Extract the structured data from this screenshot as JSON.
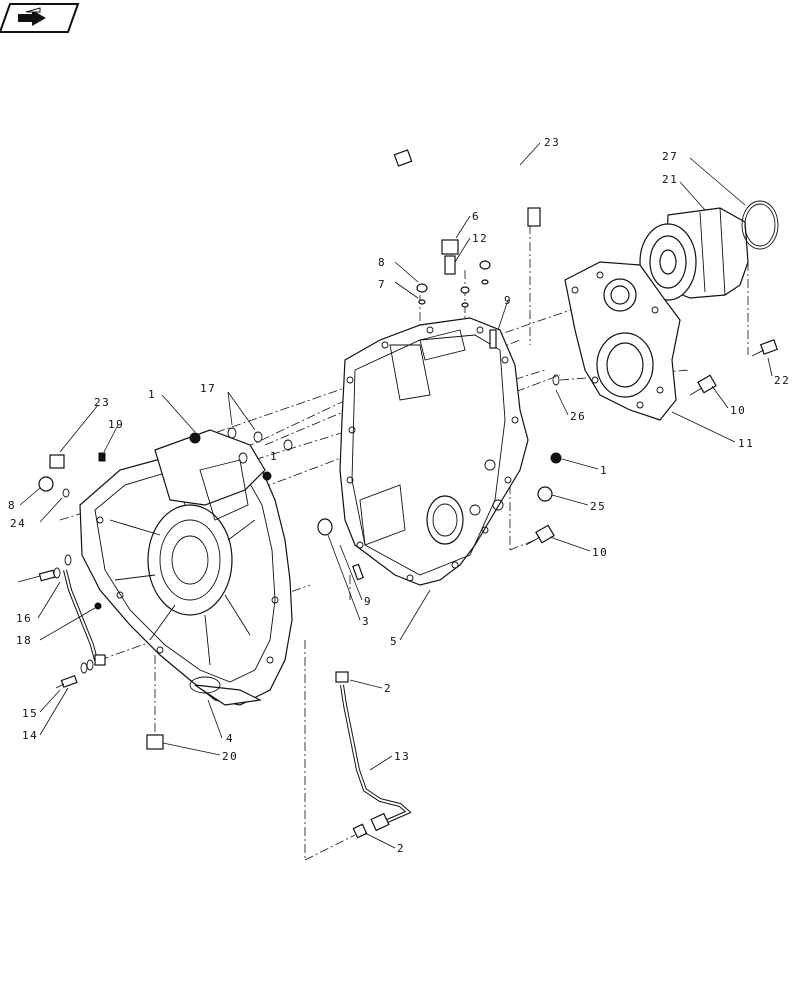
{
  "diagram": {
    "type": "exploded parts view",
    "callouts": [
      "1",
      "2",
      "3",
      "4",
      "5",
      "6",
      "7",
      "8",
      "9",
      "10",
      "11",
      "12",
      "13",
      "14",
      "15",
      "16",
      "17",
      "18",
      "19",
      "20",
      "21",
      "22",
      "23",
      "24",
      "25",
      "26",
      "27"
    ]
  },
  "labels": {
    "c23a": "23",
    "c23b": "23",
    "c27": "27",
    "c21": "21",
    "c22": "22",
    "c6": "6",
    "c12": "12",
    "c8a": "8",
    "c7": "7",
    "c9a": "9",
    "c17": "17",
    "c1a": "1",
    "c1b": "1",
    "c1c": "1",
    "c19": "19",
    "c8b": "8",
    "c24": "24",
    "c16": "16",
    "c18": "18",
    "c15": "15",
    "c14": "14",
    "c4": "4",
    "c20": "20",
    "c26": "26",
    "c10a": "10",
    "c11": "11",
    "c25": "25",
    "c10b": "10",
    "c9b": "9",
    "c3": "3",
    "c5": "5",
    "c2a": "2",
    "c13": "13",
    "c2b": "2"
  },
  "icons": {
    "corner": "page-arrow-icon"
  }
}
